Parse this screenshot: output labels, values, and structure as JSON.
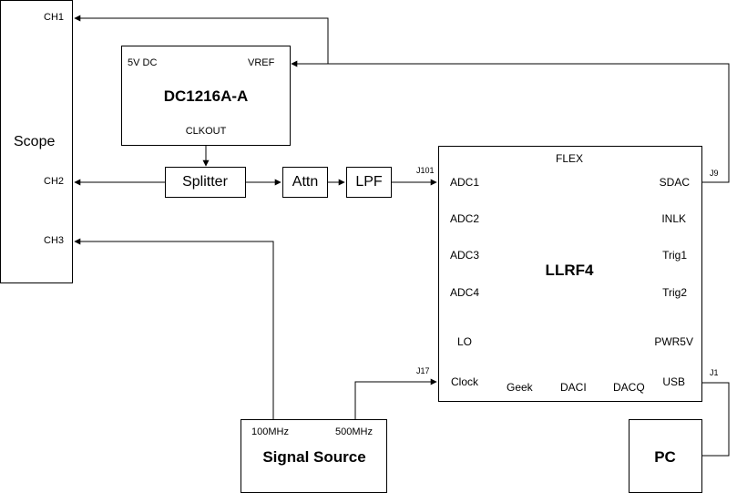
{
  "scope": {
    "title": "Scope",
    "ch1": "CH1",
    "ch2": "CH2",
    "ch3": "CH3"
  },
  "dc1216": {
    "title": "DC1216A-A",
    "power": "5V DC",
    "vref": "VREF",
    "clkout": "CLKOUT"
  },
  "splitter": {
    "label": "Splitter"
  },
  "attn": {
    "label": "Attn"
  },
  "lpf": {
    "label": "LPF"
  },
  "llrf4": {
    "title": "LLRF4",
    "flex": "FLEX",
    "adc1": "ADC1",
    "adc2": "ADC2",
    "adc3": "ADC3",
    "adc4": "ADC4",
    "lo": "LO",
    "clock": "Clock",
    "geek": "Geek",
    "daci": "DACI",
    "dacq": "DACQ",
    "sdac": "SDAC",
    "inlk": "INLK",
    "trig1": "Trig1",
    "trig2": "Trig2",
    "pwr5v": "PWR5V",
    "usb": "USB"
  },
  "connectors": {
    "j101": "J101",
    "j9": "J9",
    "j17": "J17",
    "j1": "J1"
  },
  "signal_source": {
    "title": "Signal Source",
    "out1": "100MHz",
    "out2": "500MHz"
  },
  "pc": {
    "title": "PC"
  }
}
